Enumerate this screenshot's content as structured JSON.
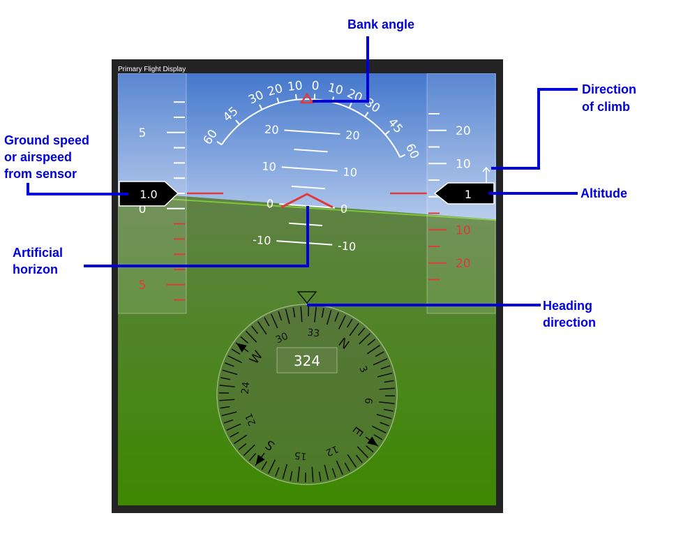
{
  "window": {
    "title": "Primary Flight Display"
  },
  "airspeed": {
    "value": "1.0",
    "labels": [
      "5",
      "0",
      "5"
    ],
    "current": 1.0
  },
  "altitude": {
    "value": "1",
    "labels": [
      "20",
      "10",
      "10",
      "20"
    ],
    "current": 1
  },
  "attitude": {
    "roll_deg": 4,
    "pitch_deg": 0,
    "bank_labels": [
      "60",
      "45",
      "30",
      "20",
      "10",
      "0",
      "10",
      "20",
      "30",
      "45",
      "60"
    ],
    "pitch_labels": [
      "20",
      "10",
      "0",
      "-10"
    ]
  },
  "heading": {
    "value": "324",
    "degrees": 324,
    "labels": [
      "N",
      "3",
      "6",
      "E",
      "12",
      "15",
      "S",
      "21",
      "24",
      "W",
      "30",
      "33"
    ]
  },
  "annotations": {
    "bank_angle": "Bank angle",
    "direction_of_climb": [
      "Direction",
      "of climb"
    ],
    "altitude": "Altitude",
    "ground_speed": [
      "Ground speed",
      "or airspeed",
      "from sensor"
    ],
    "artificial_horizon": [
      "Artificial",
      "horizon"
    ],
    "heading_direction": [
      "Heading",
      "direction"
    ]
  },
  "colors": {
    "annotation": "#0000dd",
    "warning_red": "#e03a3a",
    "sky_top": "#4477cc",
    "ground": "#3d8800"
  }
}
